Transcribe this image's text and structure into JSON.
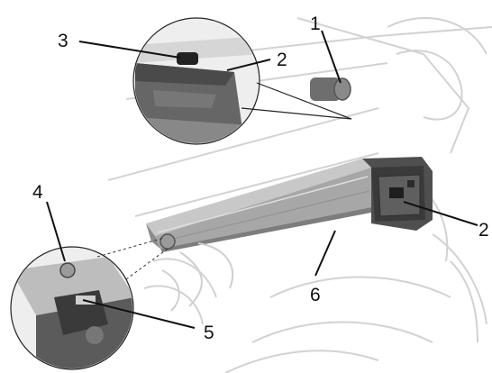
{
  "colors": {
    "sketch": "#c9c9c9",
    "battery_top": "#b5b5b5",
    "battery_body": "#9d9d9d",
    "battery_dark": "#5a5a5a",
    "leader": "#111111"
  },
  "callouts": {
    "c1": "1",
    "c2_inset": "2",
    "c2_battery": "2",
    "c3": "3",
    "c4": "4",
    "c5": "5",
    "c6": "6"
  }
}
